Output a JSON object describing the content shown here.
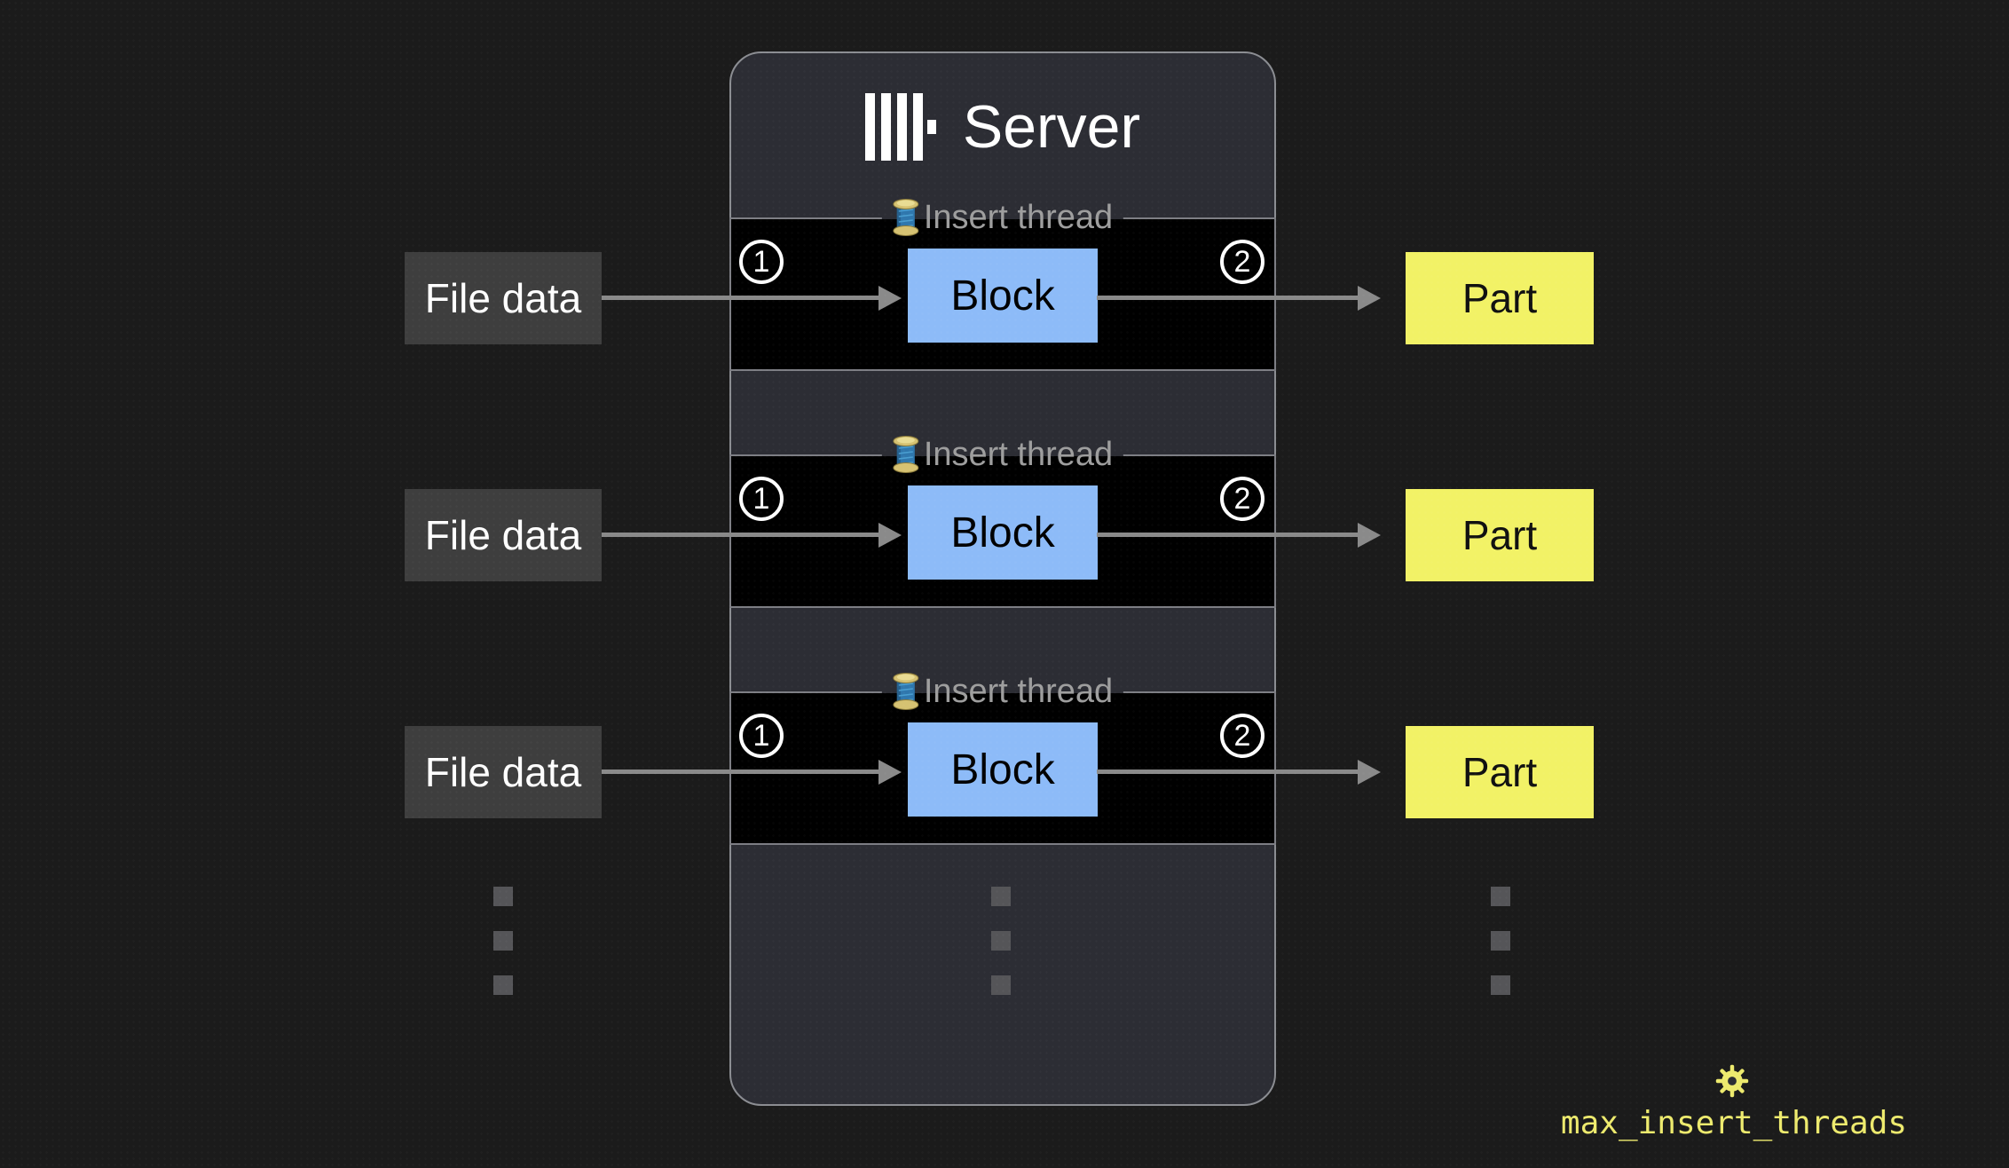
{
  "diagram": {
    "background": "#1b1b1b",
    "server": {
      "logo_icon": "clickhouse-logo",
      "title": "Server",
      "bg": "#2c2d34",
      "border_color": "#8b8d92"
    },
    "rows": [
      {
        "input": "File data",
        "thread_icon": "thread-spool-icon",
        "thread_label": "Insert thread",
        "step_in": "1",
        "block_label": "Block",
        "step_out": "2",
        "output": "Part"
      },
      {
        "input": "File data",
        "thread_icon": "thread-spool-icon",
        "thread_label": "Insert thread",
        "step_in": "1",
        "block_label": "Block",
        "step_out": "2",
        "output": "Part"
      },
      {
        "input": "File data",
        "thread_icon": "thread-spool-icon",
        "thread_label": "Insert thread",
        "step_in": "1",
        "block_label": "Block",
        "step_out": "2",
        "output": "Part"
      }
    ],
    "setting": {
      "icon": "gear-icon",
      "label": "max_insert_threads",
      "color": "#edea6e"
    },
    "colors": {
      "row_bg": "#000000",
      "row_border": "#7d7e84",
      "block_bg": "#8dbbf8",
      "input_bg": "#3e3e3e",
      "output_bg": "#f2f266",
      "arrow": "#8a8a8a",
      "legend_text": "#9e9e9e",
      "dots": "#555558"
    }
  }
}
